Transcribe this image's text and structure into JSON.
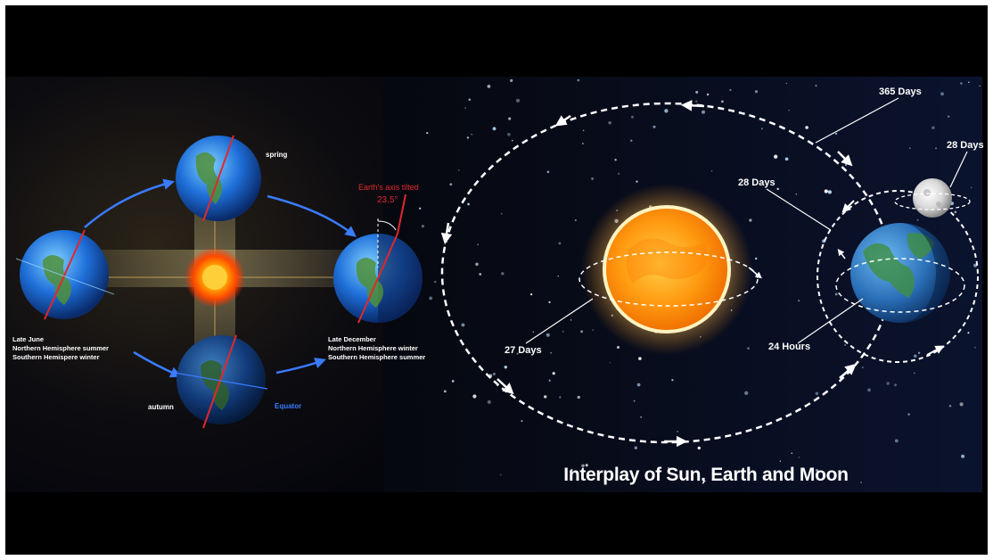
{
  "seasons": {
    "spring": "spring",
    "autumn": "autumn",
    "equator": "Equator",
    "axis_tilt_label": "Earth's axis tilted",
    "axis_tilt_value": "23.5°",
    "june_line1": "Late June",
    "june_line2": "Northern Hemisphere summer",
    "june_line3": "Southern Hemispere winter",
    "december_line1": "Late December",
    "december_line2": "Northern Hemisphere winter",
    "december_line3": "Southern Hemisphere summer"
  },
  "orbits": {
    "earth_orbit_period": "365 Days",
    "moon_rotation_period": "28 Days",
    "moon_orbit_period": "28 Days",
    "sun_rotation_period": "27 Days",
    "earth_rotation_period": "24 Hours"
  },
  "title": "Interplay of Sun, Earth and Moon",
  "colors": {
    "background": "#000000",
    "sun_core": "#ffb300",
    "earth_blue": "#1e6fd9",
    "tilt_red": "#e0282d",
    "equator_blue": "#3a7bff",
    "label_white": "#ffffff"
  }
}
